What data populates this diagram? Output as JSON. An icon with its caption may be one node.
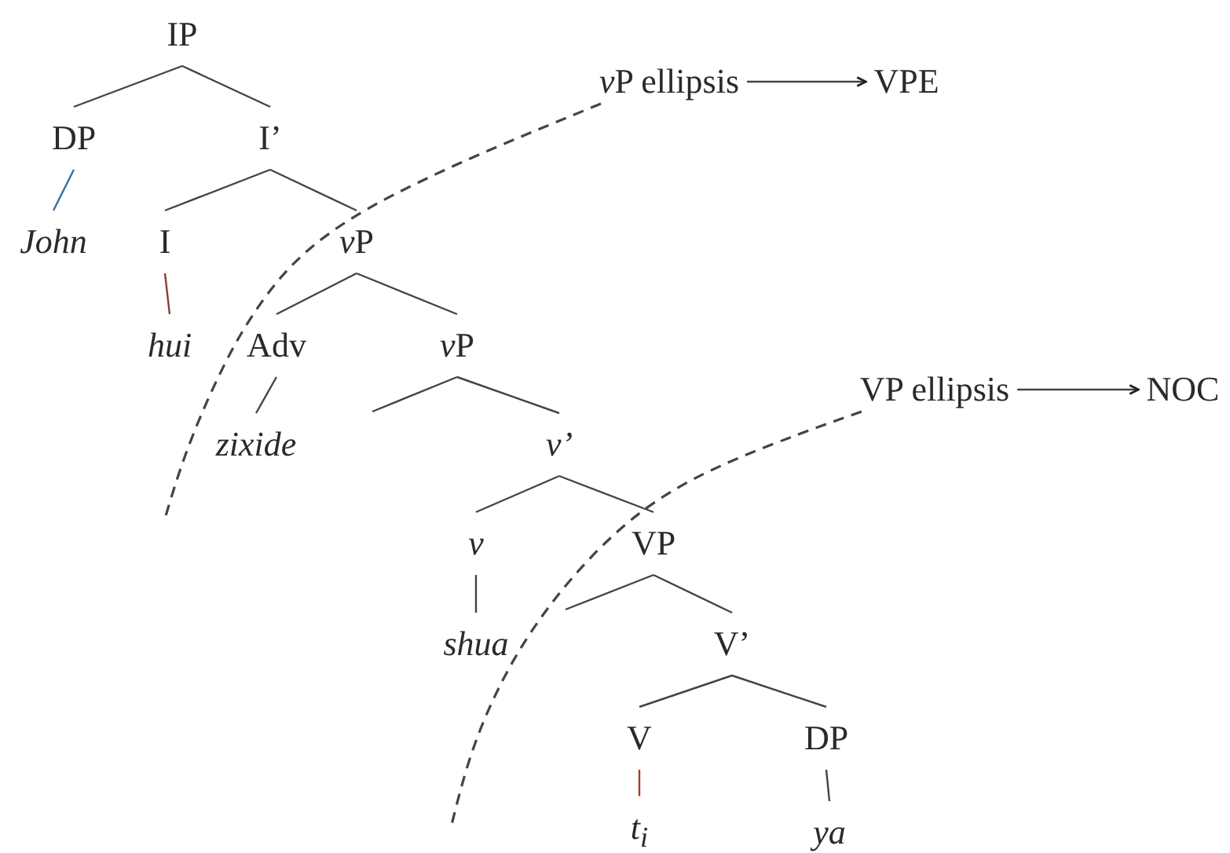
{
  "diagram": {
    "nodes": [
      {
        "text": [
          "IP"
        ]
      },
      {
        "text": [
          "DP"
        ]
      },
      {
        "text": [
          "I’"
        ]
      },
      {
        "text": [
          "John"
        ]
      },
      {
        "text": [
          "I"
        ]
      },
      {
        "text": [
          "vP"
        ]
      },
      {
        "text": [
          "hui"
        ]
      },
      {
        "text": [
          "Adv"
        ]
      },
      {
        "text": [
          "vP"
        ]
      },
      {
        "text": [
          "zixide"
        ]
      },
      {
        "text": [
          "v’"
        ]
      },
      {
        "text": [
          "v"
        ]
      },
      {
        "text": [
          "VP"
        ]
      },
      {
        "text": [
          "shua"
        ]
      },
      {
        "text": [
          "V’"
        ]
      },
      {
        "text": [
          "V"
        ]
      },
      {
        "text": [
          "DP"
        ]
      },
      {
        "text": [
          "t$_{i}$"
        ]
      },
      {
        "text": [
          "ya"
        ]
      },
      {
        "text": [
          "vP ellipsis"
        ]
      },
      {
        "text": [
          "VPE"
        ]
      },
      {
        "text": [
          "VP ellipsis"
        ]
      },
      {
        "text": [
          "NOC"
        ]
      }
    ],
    "edges": [
      {
        "from": 0,
        "to": 1,
        "arrow": "none"
      },
      {
        "from": 0,
        "to": 2,
        "arrow": "none"
      },
      {
        "from": 1,
        "to": 3,
        "arrow": "none",
        "color": "#2f6fa8"
      },
      {
        "from": 2,
        "to": 4,
        "arrow": "none"
      },
      {
        "from": 2,
        "to": 5,
        "arrow": "none"
      },
      {
        "from": 4,
        "to": 6,
        "arrow": "none",
        "color": "#8a3f3a"
      },
      {
        "from": 5,
        "to": 7,
        "arrow": "none"
      },
      {
        "from": 5,
        "to": 8,
        "arrow": "none"
      },
      {
        "from": 7,
        "to": 9,
        "arrow": "none"
      },
      {
        "from": 8,
        "to": null,
        "arrow": "none"
      },
      {
        "from": 8,
        "to": 10,
        "arrow": "none"
      },
      {
        "from": 10,
        "to": 11,
        "arrow": "none"
      },
      {
        "from": 10,
        "to": 12,
        "arrow": "none"
      },
      {
        "from": 11,
        "to": 13,
        "arrow": "none"
      },
      {
        "from": 12,
        "to": null,
        "arrow": "none"
      },
      {
        "from": 12,
        "to": 14,
        "arrow": "none"
      },
      {
        "from": 14,
        "to": 15,
        "arrow": "none"
      },
      {
        "from": 14,
        "to": 16,
        "arrow": "none"
      },
      {
        "from": 15,
        "to": 17,
        "arrow": "none",
        "color": "#a0402a"
      },
      {
        "from": 16,
        "to": 18,
        "arrow": "none"
      },
      {
        "from": 19,
        "to": 20,
        "arrow": "to"
      },
      {
        "from": 21,
        "to": 22,
        "arrow": "to"
      },
      {
        "from": 19,
        "to": null,
        "arrow": "none",
        "style": "dashed"
      },
      {
        "from": 21,
        "to": null,
        "arrow": "none",
        "style": "dashed"
      }
    ]
  }
}
